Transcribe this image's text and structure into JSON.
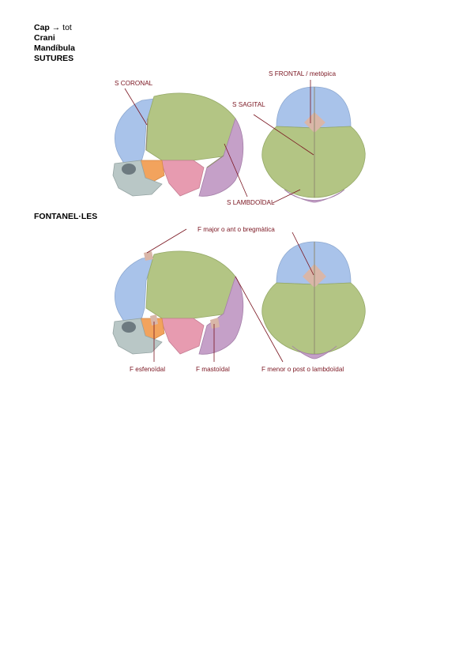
{
  "headings": {
    "line1_bold": "Cap",
    "line1_rest": " → tot",
    "line2": "Crani",
    "line3": "Mandíbula",
    "line4": "SUTURES"
  },
  "fontanel_heading": "FONTANEL·LES",
  "figure_sutures": {
    "labels": {
      "coronal": "S CORONAL",
      "frontal": "S FRONTAL / metòpica",
      "sagital": "S SAGITAL",
      "lambdoidal": "S LAMBDOÏDAL"
    }
  },
  "figure_fontanelles": {
    "labels": {
      "major": "F major o ant o bregmàtica",
      "esfenoidal": "F esfenoïdal",
      "mastoidal": "F mastoïdal",
      "menor": "F menor o post o lambdoïdal"
    }
  },
  "colors": {
    "frontal": "#a9c3ea",
    "parietal": "#b3c584",
    "occipital": "#c5a0c8",
    "temporal": "#e79bb0",
    "sphenoid": "#f2a35d",
    "facial": "#b9c7c6",
    "fontanel": "#d9b6a8",
    "label": "#7a1520"
  }
}
